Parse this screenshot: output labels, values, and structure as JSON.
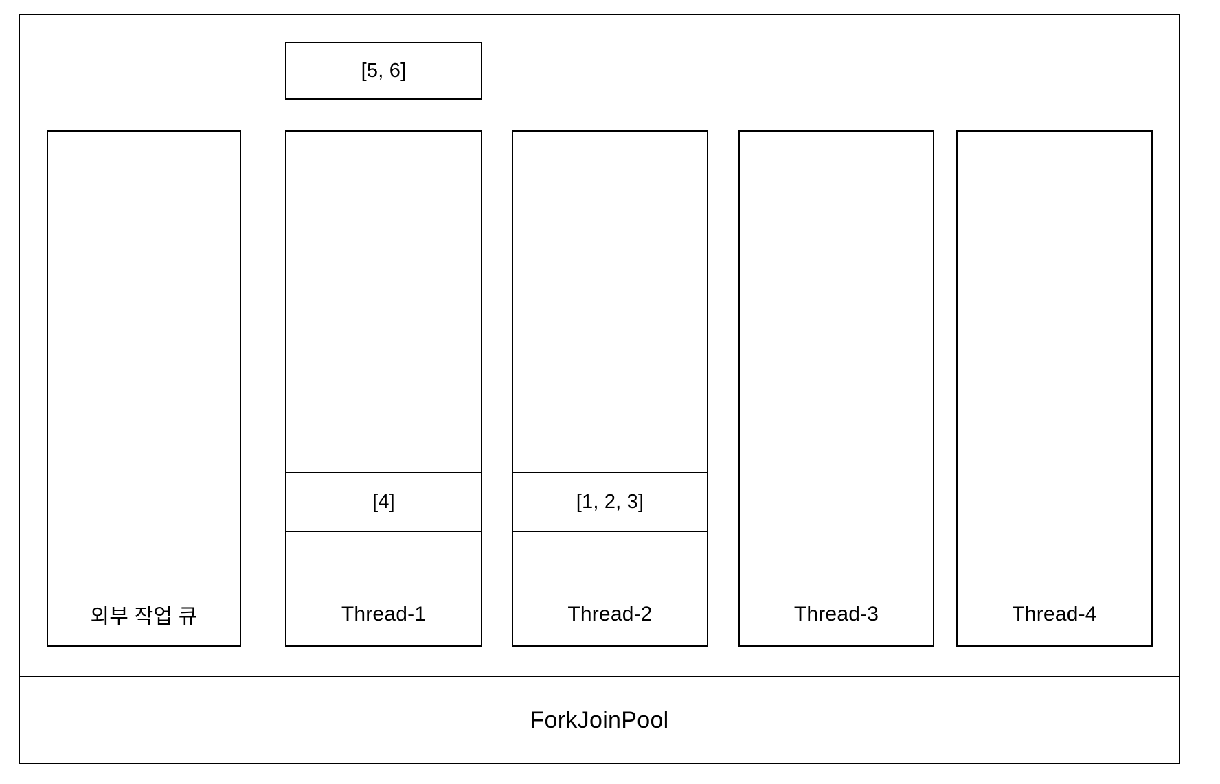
{
  "diagram": {
    "title": "ForkJoinPool",
    "colors": {
      "stroke": "#000000",
      "background": "#ffffff",
      "text": "#000000"
    },
    "floating_task": {
      "label": "[5, 6]",
      "name": "detached-task-5-6"
    },
    "columns": [
      {
        "id": "external-queue",
        "label": "외부 작업 큐",
        "task": null
      },
      {
        "id": "thread-1",
        "label": "Thread-1",
        "task": "[4]"
      },
      {
        "id": "thread-2",
        "label": "Thread-2",
        "task": "[1, 2, 3]"
      },
      {
        "id": "thread-3",
        "label": "Thread-3",
        "task": null
      },
      {
        "id": "thread-4",
        "label": "Thread-4",
        "task": null
      }
    ],
    "footer": {
      "label": "ForkJoinPool"
    }
  }
}
